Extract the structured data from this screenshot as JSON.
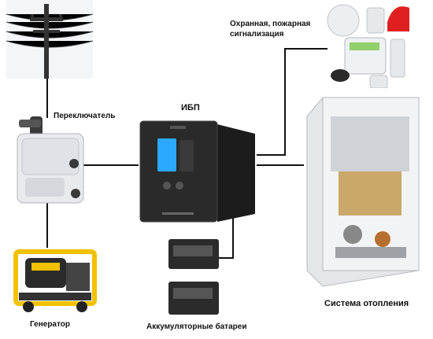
{
  "labels": {
    "power_line": "",
    "switch": "Переключатель",
    "ups": "ИБП",
    "alarm_line1": "Охранная, пожарная",
    "alarm_line2": "сигнализация",
    "generator": "Генератор",
    "batteries": "Аккумуляторные батареи",
    "heating": "Система отопления"
  },
  "devices": {
    "power_pole": "power-pole-icon",
    "switch": "switch-icon",
    "generator": "generator-icon",
    "ups": "ups-icon",
    "batteries": "battery-icon",
    "alarm": "alarm-kit-icon",
    "boiler": "boiler-icon"
  },
  "colors": {
    "wire": "#111111",
    "generator_frame": "#f2c200",
    "ups_screen": "#2aa9ff"
  }
}
